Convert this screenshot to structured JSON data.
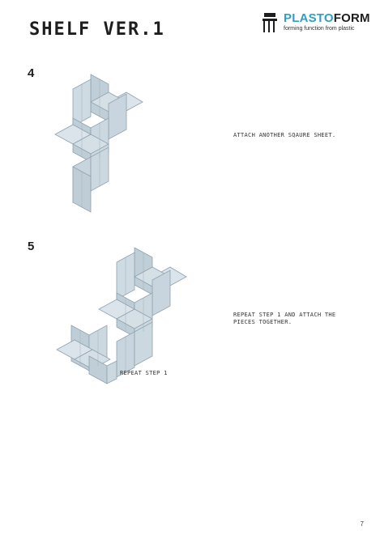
{
  "header": {
    "title": "SHELF VER.1",
    "logo": {
      "name_part1": "PLASTO",
      "name_part2": "FORM",
      "tagline": "forming function from plastic"
    }
  },
  "steps": [
    {
      "number": "4",
      "caption": "ATTACH ANOTHER SQAURE SHEET."
    },
    {
      "number": "5",
      "caption": "REPEAT STEP 1 AND ATTACH THE\nPIECES TOGETHER.",
      "sub_caption": "REPEAT STEP 1"
    }
  ],
  "footer": {
    "page_number": "7"
  },
  "colors": {
    "panel_face": "#c5d3dc",
    "panel_edge": "#8fa2ae",
    "panel_top": "#dbe4ea",
    "brand_blue": "#2f9ec8"
  }
}
